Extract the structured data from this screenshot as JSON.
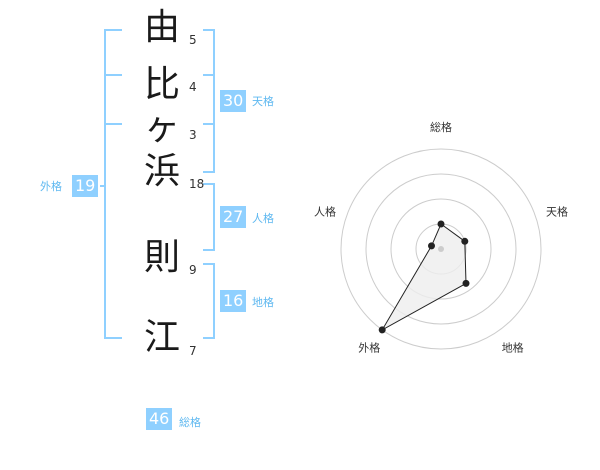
{
  "name": {
    "characters": [
      {
        "char": "由",
        "strokes": "5"
      },
      {
        "char": "比",
        "strokes": "4"
      },
      {
        "char": "ヶ",
        "strokes": "3"
      },
      {
        "char": "浜",
        "strokes": "18"
      },
      {
        "char": "則",
        "strokes": "9"
      },
      {
        "char": "江",
        "strokes": "7"
      }
    ]
  },
  "fortune": {
    "tenkaku": {
      "label": "天格",
      "value": "30"
    },
    "jinkaku": {
      "label": "人格",
      "value": "27"
    },
    "chikaku": {
      "label": "地格",
      "value": "16"
    },
    "gaikaku": {
      "label": "外格",
      "value": "19"
    },
    "soukaku": {
      "label": "総格",
      "value": "46"
    }
  },
  "radar": {
    "axes": [
      "総格",
      "天格",
      "地格",
      "外格",
      "人格"
    ],
    "levels": [
      1,
      1,
      1.7,
      4,
      0.4
    ],
    "max": 4
  },
  "colors": {
    "accent": "#8fd0ff",
    "bracket": "#8fd0ff",
    "grid": "#cccccc",
    "polygon_fill": "#eeeeee",
    "polygon_stroke": "#222222"
  }
}
